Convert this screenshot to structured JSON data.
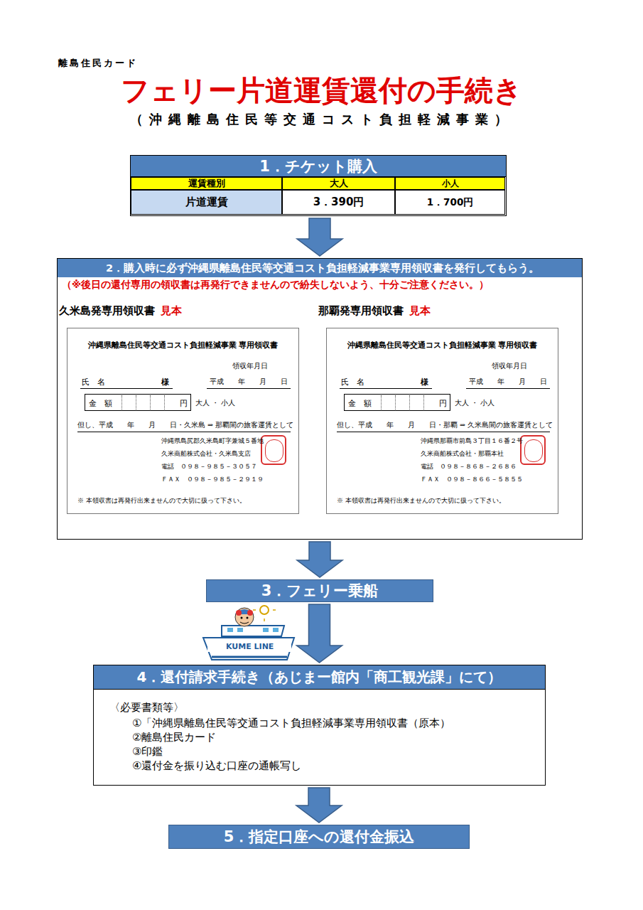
{
  "diagram": {
    "title": "フェリー片道運賃還付の手続き",
    "nodes": [
      {
        "text": [
          "1．チケット購入"
        ]
      },
      {
        "text": [
          "2．購入時に必ず沖縄県離島住民等交通コスト負担軽減事業専用領収書を発行してもらう。",
          "（※後日の還付専用の領収書は再発行できませんので紛失しないよう、十分ご注意ください。）"
        ]
      },
      {
        "text": [
          "久米島発専用領収書",
          "見本",
          "沖縄県離島住民等交通コスト負担軽減事業 専用領収書",
          "領収年月日",
          "氏　名",
          "様",
          "平成　　年　　月　　日",
          "金　額",
          "円",
          "大人 ・ 小人",
          "但し、平成　　年　　月　　日・久米島 ⇒ 那覇間の旅客運賃として",
          "沖縄県島尻郡久米島町字兼城５番地",
          "久米商船株式会社・久米島支店",
          "電話　０９８－９８５－３０５７",
          "ＦＡＸ　０９８－９８５－２９１９",
          "※ 本領収書は再発行出来ませんので大切に扱って下さい。"
        ],
        "in": 1
      },
      {
        "text": [
          "那覇発専用領収書",
          "見本",
          "沖縄県離島住民等交通コスト負担軽減事業 専用領収書",
          "領収年月日",
          "氏　名",
          "様",
          "平成　　年　　月　　日",
          "金　額",
          "円",
          "大人 ・ 小人",
          "但し、平成　　年　　月　　日・那覇 ⇒ 久米島間の旅客運賃として",
          "沖縄県那覇市前島３丁目１６番２号",
          "久米商船株式会社・那覇本社",
          "電話　０９８－８６８－２６８６",
          "ＦＡＸ　０９８－８６６－５８５５",
          "※ 本領収書は再発行出来ませんので大切に扱って下さい。"
        ],
        "in": 1
      },
      {
        "text": [
          "3．フェリー乗船"
        ]
      },
      {
        "text": [
          "4．還付請求手続き（あじまー館内「商工観光課」にて）",
          "〈必要書類等〉",
          "①「沖縄県離島住民等交通コスト負担軽減事業専用領収書（原本）",
          "②離島住民カード",
          "③印鑑",
          "④還付金を振り込む口座の通帳写し"
        ]
      },
      {
        "text": [
          "5．指定口座への還付金振込"
        ]
      }
    ],
    "edges": [
      {
        "from": 0,
        "to": 1,
        "arrow": "to"
      },
      {
        "from": 1,
        "to": 4,
        "arrow": "to"
      },
      {
        "from": 4,
        "to": 5,
        "arrow": "to"
      },
      {
        "from": 5,
        "to": 6,
        "arrow": "to"
      }
    ],
    "labels": [
      "離島住民カード",
      "（沖縄離島住民等交通コスト負担軽減事業）",
      "運賃種別",
      "大人",
      "小人",
      "片道運賃",
      "3．390円",
      "1．700円",
      "KUME LINE"
    ]
  }
}
